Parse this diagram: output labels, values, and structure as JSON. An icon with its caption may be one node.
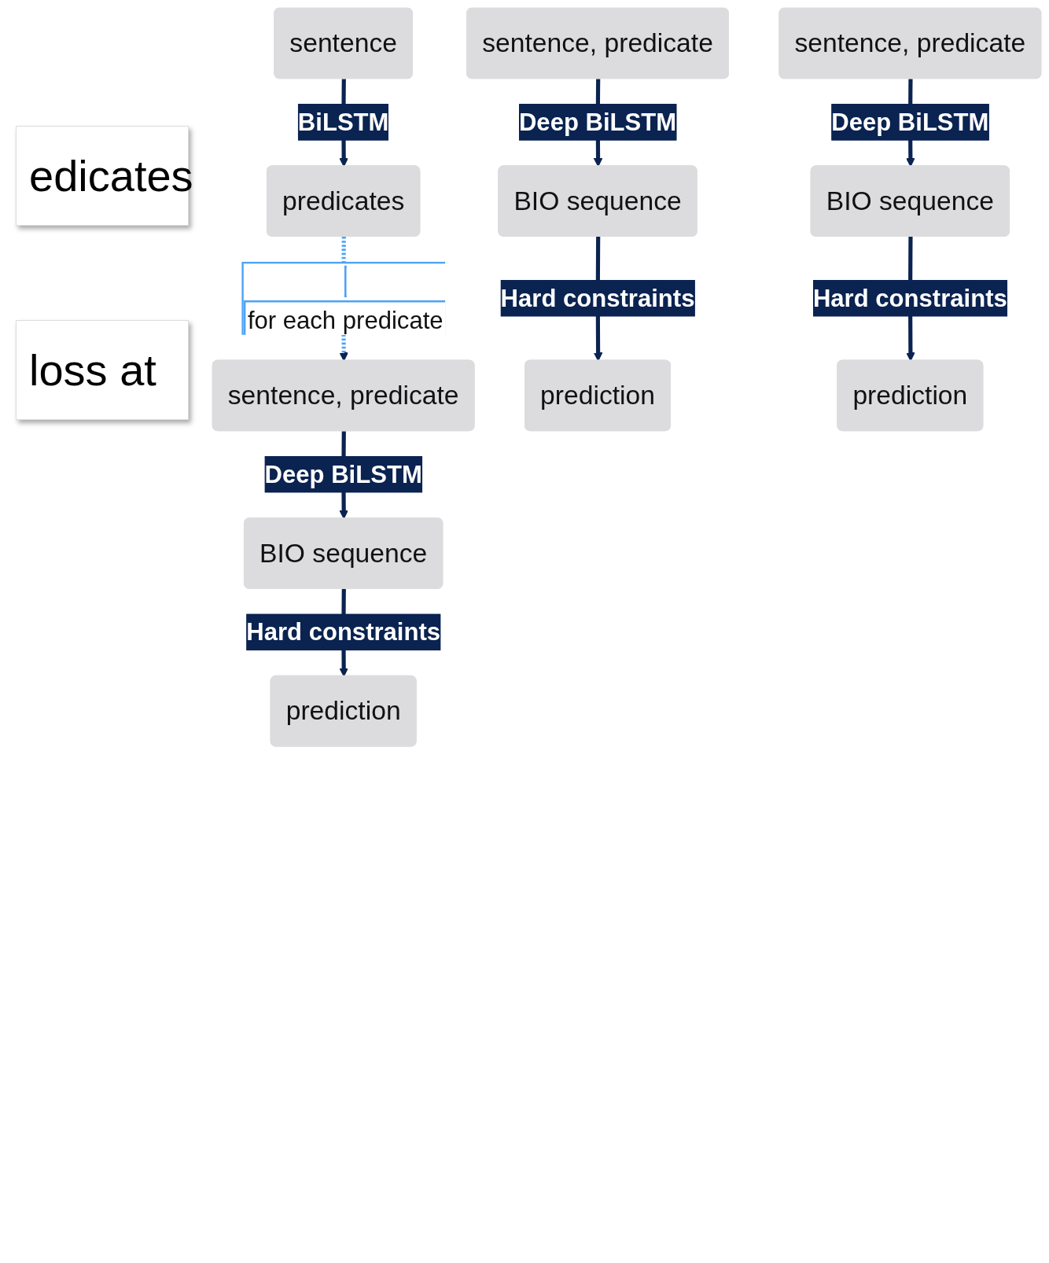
{
  "diagram": {
    "nodes": [
      {
        "text": [
          "sentence"
        ]
      },
      {
        "text": [
          "predicates"
        ]
      },
      {
        "text": [
          "sentence, predicate"
        ]
      },
      {
        "text": [
          "sentence, predicate"
        ]
      },
      {
        "text": [
          "sentence, predicate"
        ]
      },
      {
        "text": [
          "BIO sequence"
        ]
      },
      {
        "text": [
          "BIO sequence"
        ]
      },
      {
        "text": [
          "BIO sequence"
        ]
      },
      {
        "text": [
          "prediction"
        ]
      },
      {
        "text": [
          "prediction"
        ]
      },
      {
        "text": [
          "prediction"
        ]
      }
    ],
    "edges": [
      {
        "from": 0,
        "to": 1,
        "arrow": "to",
        "label": "BiLSTM"
      },
      {
        "from": 1,
        "to": 2,
        "arrow": "to",
        "label": "for each predicate",
        "style": "dashed",
        "color": "#4da3f5"
      },
      {
        "from": 2,
        "to": 5,
        "arrow": "to",
        "label": "Deep BiLSTM"
      },
      {
        "from": 3,
        "to": 6,
        "arrow": "to",
        "label": "Deep BiLSTM"
      },
      {
        "from": 4,
        "to": 7,
        "arrow": "to",
        "label": "Deep BiLSTM"
      },
      {
        "from": 5,
        "to": 8,
        "arrow": "to",
        "label": "Hard constraints"
      },
      {
        "from": 6,
        "to": 9,
        "arrow": "to",
        "label": "Hard constraints"
      },
      {
        "from": 7,
        "to": 10,
        "arrow": "to",
        "label": "Hard constraints"
      }
    ],
    "labels": [
      "edicates",
      "loss at"
    ]
  }
}
